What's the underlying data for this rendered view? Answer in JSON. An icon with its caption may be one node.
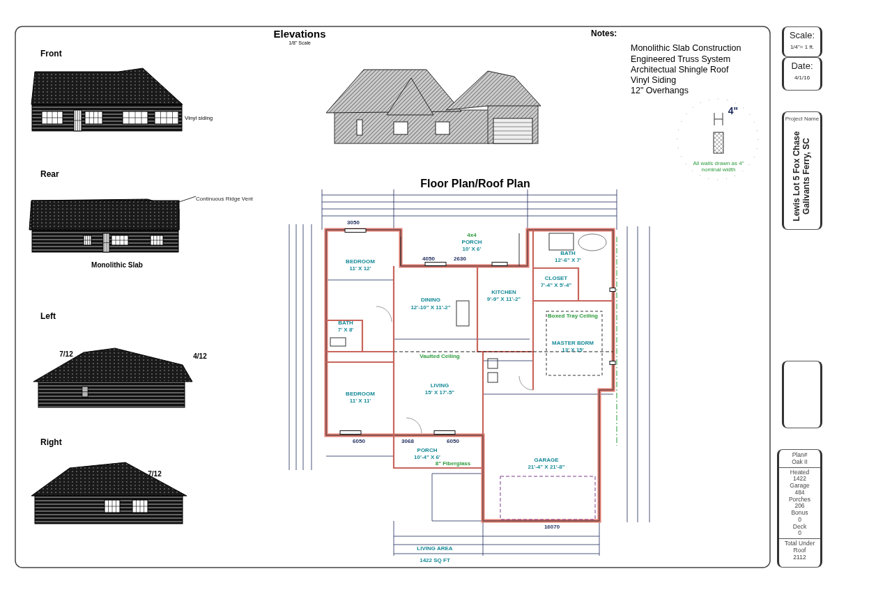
{
  "diagram": {
    "nodes": [
      {
        "text": [
          "Scale:",
          "1/4\"= 1 ft."
        ]
      },
      {
        "text": [
          "Date:",
          "4/1/16"
        ]
      },
      {
        "text": [
          "Project Name",
          "Lewis Lot 5 Fox Chase Galivants Ferry, SC"
        ]
      },
      {
        "text": [],
        "shape": "box"
      },
      {
        "text": [
          "Plan#",
          "Oak II",
          "Heated",
          "1422",
          "Garage",
          "484",
          "Porches",
          "206",
          "Bonus",
          "0",
          "Deck",
          "0",
          "Total Under Roof",
          "2112"
        ]
      },
      {
        "text": [
          "Continuous Ridge Vent"
        ]
      },
      {
        "text": [],
        "shape": "box"
      }
    ],
    "edges": [
      {
        "from": 5,
        "to": 6,
        "arrow": "none"
      }
    ],
    "labels": [
      "Elevations",
      "1/8\" Scale",
      "Notes:",
      "Monolithic Slab Construction",
      "Engineered Truss System",
      "Architectual Shingle Roof",
      "Vinyl Siding",
      "12\" Overhangs",
      "Front",
      "Vinyl siding",
      "4\"",
      "All walls drawn as 4\" nominal width",
      "Floor Plan/Roof Plan",
      "Rear",
      "Monolithic Slab",
      "3050",
      "4x4",
      "PORCH",
      "10' X 6'",
      "4050",
      "2630",
      "BEDROOM",
      "11' X 12'",
      "BATH",
      "12'-6\" X 7'",
      "CLOSET",
      "7'-4\" X 5'-4\"",
      "DINING",
      "12'-10\" X 11'-2\"",
      "KITCHEN",
      "9'-9\" X 11'-2\"",
      "Boxed Tray Ceiling",
      "BATH",
      "7' X 8'",
      "MASTER BDRM",
      "13' X 15'",
      "Vaulted Ceiling",
      "LIVING",
      "15' X 17'-5\"",
      "BEDROOM",
      "11' X 11'",
      "6050",
      "3068",
      "6050",
      "PORCH",
      "10'-4\" X 6'",
      "8\" Fiberglass",
      "GARAGE",
      "21'-4\" X 21'-8\"",
      "16070",
      "LIVING AREA",
      "1422 SQ FT",
      "Left",
      "7/12",
      "4/12",
      "Right",
      "7/12"
    ]
  }
}
